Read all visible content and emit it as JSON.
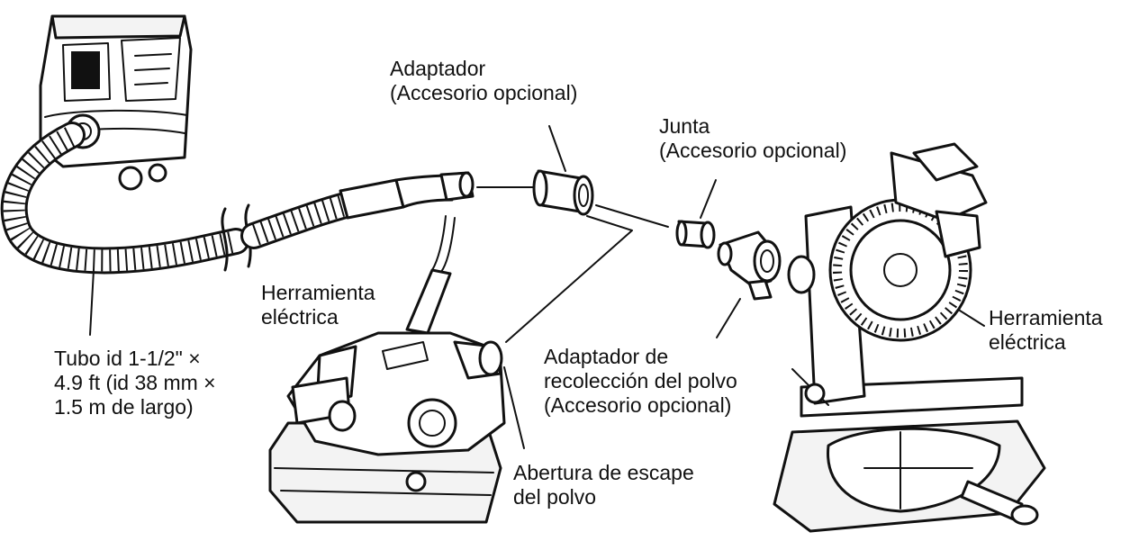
{
  "labels": {
    "adaptador": [
      "Adaptador",
      "(Accesorio opcional)"
    ],
    "junta": [
      "Junta",
      "(Accesorio opcional)"
    ],
    "herramienta_left": [
      "Herramienta",
      "eléctrica"
    ],
    "herramienta_right": [
      "Herramienta",
      "eléctrica"
    ],
    "tubo": [
      "Tubo id 1-1/2\" ×",
      "4.9 ft (id 38 mm ×",
      "1.5 m de largo)"
    ],
    "adaptador_recoleccion": [
      "Adaptador de",
      "recolección del polvo",
      "(Accesorio opcional)"
    ],
    "abertura": [
      "Abertura de escape",
      "del polvo"
    ]
  }
}
